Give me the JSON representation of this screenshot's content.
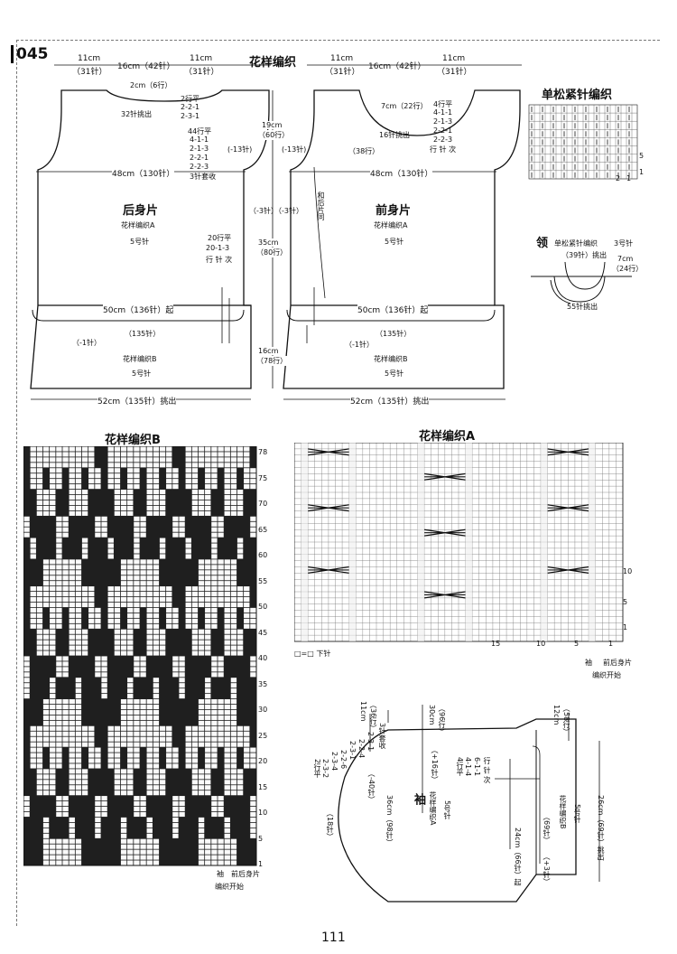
{
  "pattern_number": "045",
  "page_number": "111",
  "top_title": "花样编织",
  "back": {
    "dims": [
      "11cm",
      "（31针）",
      "16cm（42针）",
      "11cm",
      "（31针）"
    ],
    "neck": "2cm（6行）",
    "neck_pickup": "32针挑出",
    "neck_dec": [
      "2行平",
      "2-2-1",
      "2-3-1"
    ],
    "armhole": [
      "44行平",
      "4-1-1",
      "2-1-3",
      "2-2-1",
      "2-2-3",
      "3针套收"
    ],
    "armhole_dec": "(-13针)",
    "bust": "48cm（130针）",
    "name": "后身片",
    "pattern": "花样编织A",
    "needle": "5号针",
    "side": [
      "20行平",
      "20-1-3",
      "行 针 次"
    ],
    "hem_start": "50cm（136针）起",
    "dec1": "（-1针）",
    "count": "（135针）",
    "pattern_b": "花样编织B",
    "needle_b": "5号针",
    "bottom": "52cm（135针）挑出"
  },
  "middle": {
    "armhole_h": "19cm",
    "armhole_rows": "（60行）",
    "side_dec_l": "（-3针）",
    "side_dec_r": "（-3针）",
    "body_h": "35cm",
    "body_rows": "（80行）",
    "hem_h": "16cm",
    "hem_rows": "（78行）"
  },
  "front": {
    "dims": [
      "11cm",
      "（31针）",
      "16cm（42针）",
      "11cm",
      "（31针）"
    ],
    "neck": "7cm（22行）",
    "neck_pickup": "16针挑出",
    "neck_dec": [
      "4行平",
      "4-1-1",
      "2-1-3",
      "2-2-1",
      "2-2-3",
      "行 针 次"
    ],
    "armhole_dec": "(-13针)",
    "rows": "（38行）",
    "same": "和后片同",
    "bust": "48cm（130针）",
    "name": "前身片",
    "pattern": "花样编织A",
    "needle": "5号针",
    "hem_start": "50cm（136针）起",
    "dec1": "（-1针）",
    "count": "（135针）",
    "pattern_b": "花样编织B",
    "needle_b": "5号针",
    "bottom": "52cm（135针）挑出"
  },
  "rib": {
    "title": "单松紧针编织",
    "row_labels": [
      "5",
      "1"
    ],
    "col_labels": [
      "2",
      "1"
    ]
  },
  "collar": {
    "name": "领",
    "pattern": "单松紧针编织",
    "needle": "3号针",
    "pickup": "（39针）挑出",
    "height": "7cm",
    "rows": "（24行）",
    "bottom": "55针挑出"
  },
  "chart_b": {
    "title": "花样编织B",
    "row_labels": [
      "78",
      "75",
      "70",
      "65",
      "60",
      "55",
      "50",
      "45",
      "40",
      "35",
      "30",
      "25",
      "20",
      "15",
      "10",
      "5",
      "1"
    ],
    "foot": [
      "袖",
      "前后身片"
    ],
    "start": "编织开始"
  },
  "chart_a": {
    "title": "花样编织A",
    "row_labels": [
      "10",
      "5",
      "1"
    ],
    "col_labels": [
      "15",
      "10",
      "5",
      "1"
    ],
    "legend": "□=□ 下针",
    "foot": [
      "袖",
      "前后身片"
    ],
    "start": "编织开始"
  },
  "sleeve": {
    "top_h": "11cm",
    "top_rows": "（36行）",
    "cap_dec": [
      "2行平",
      "2-3-2",
      "2-3-4",
      "2-2-6",
      "2-3-1",
      "3针套收"
    ],
    "cap_dec_l": [
      "2行平",
      "2-3-2",
      "2-2-4",
      "2-3-1"
    ],
    "cap_h": "30cm",
    "cap_rows": "（96行）",
    "inc": "（+16针）",
    "cuff_h": "12cm",
    "cuff_rows": "（58行）",
    "neg": "（-40针）",
    "sts": "（18针）",
    "width": "36cm（98针）",
    "name": "袖",
    "pattern": "花样编织A",
    "needle": "5号针",
    "inc_rows": [
      "4行平",
      "4-1-4",
      "6-1-1",
      "行 针 次"
    ],
    "cuff_start": "24cm（66针）起",
    "cuff_sts": "（69针）",
    "cuff_inc": "（+3针）",
    "cuff_pattern": "花样编织B",
    "cuff_needle": "5号针",
    "cuff_bottom": "26cm（69针）挑出"
  }
}
